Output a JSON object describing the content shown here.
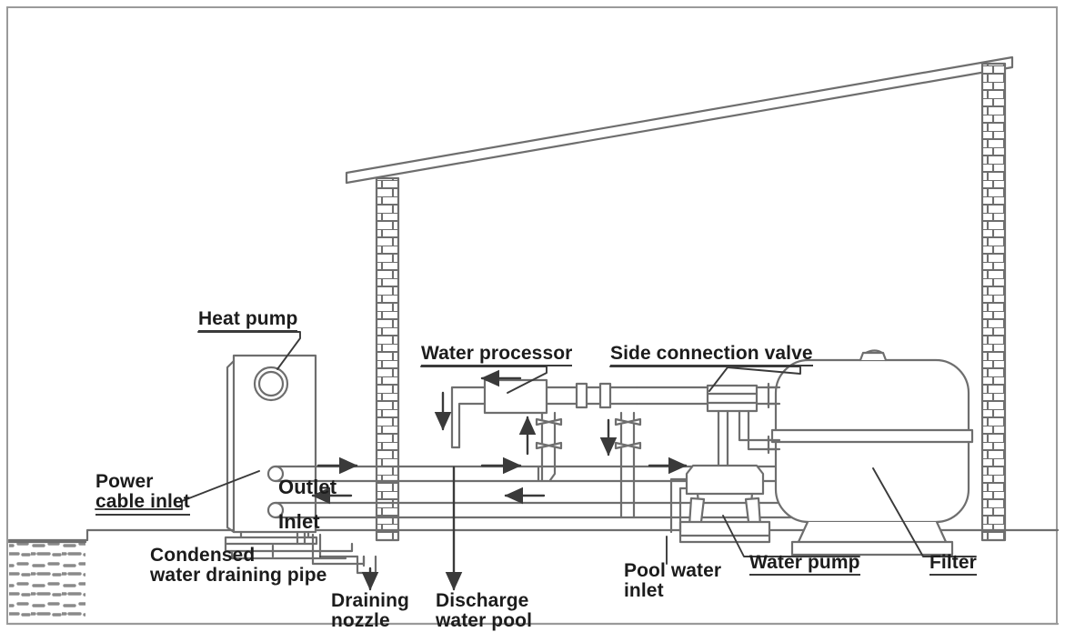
{
  "diagram": {
    "title": "Swimming pool heat pump installation schematic",
    "type": "piping-and-instrumentation-schematic",
    "background_color": "#ffffff",
    "line_color": "#6e6e6e",
    "text_color": "#1c1c1c",
    "border_color": "#9a9a9a"
  },
  "labels": {
    "heat_pump": "Heat pump",
    "power_cable_inlet": "Power\ncable inlet",
    "outlet": "Outlet",
    "inlet": "Inlet",
    "condensed_water_draining_pipe": "Condensed\nwater draining pipe",
    "draining_nozzle": "Draining\nnozzle",
    "water_processor": "Water processor",
    "discharge_water_pool": "Discharge\nwater pool",
    "side_connection_valve": "Side connection valve",
    "pool_water_inlet": "Pool water\ninlet",
    "water_pump": "Water pump",
    "filter": "Filter"
  },
  "components": [
    {
      "name": "heat-pump-unit",
      "label": "Heat pump",
      "notes": "wall-mounted box unit with circular fan port, water outlet and inlet ports"
    },
    {
      "name": "water-processor",
      "label": "Water processor",
      "notes": "inline rectangular treatment vessel"
    },
    {
      "name": "side-connection-valve",
      "label": "Side connection valve",
      "notes": "multiport valve on top of water pump"
    },
    {
      "name": "water-pump",
      "label": "Water pump",
      "notes": "circulation pump on plinth"
    },
    {
      "name": "filter",
      "label": "Filter",
      "notes": "large rounded sand filter tank with mid band and base"
    },
    {
      "name": "discharge-water-pool",
      "label": "Discharge water pool",
      "notes": "open drain pipe discharging to pool"
    },
    {
      "name": "draining-nozzle",
      "label": "Draining nozzle",
      "notes": "condensate drain outlet"
    },
    {
      "name": "pool-water-inlet",
      "label": "Pool water inlet",
      "notes": "suction line to pump"
    },
    {
      "name": "swimming-pool",
      "label": "",
      "notes": "hatched water body at lower left"
    }
  ],
  "structure": {
    "roof": "sloping roof slab",
    "left_wall": "brick column",
    "right_wall": "brick column",
    "ground": "ground / floor line"
  },
  "flow_arrows": [
    {
      "name": "outlet-flow-right",
      "direction": "right"
    },
    {
      "name": "return-flow-left",
      "direction": "left"
    },
    {
      "name": "processor-return-left",
      "direction": "left"
    },
    {
      "name": "processor-riser-up",
      "direction": "up"
    },
    {
      "name": "discharge-down",
      "direction": "down"
    },
    {
      "name": "valve-branch-down",
      "direction": "down"
    },
    {
      "name": "pump-suction-right",
      "direction": "right"
    },
    {
      "name": "draining-nozzle-down",
      "direction": "down"
    },
    {
      "name": "discharge-pool-down",
      "direction": "down"
    }
  ]
}
